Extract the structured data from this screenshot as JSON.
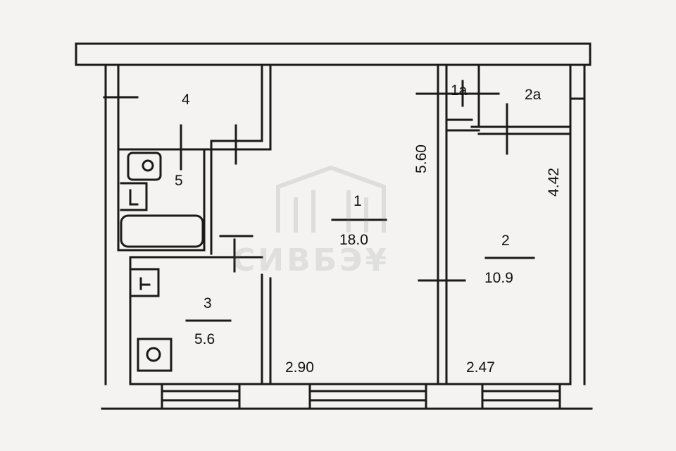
{
  "rooms": [
    {
      "id": "1",
      "number": "1",
      "area": "18.0"
    },
    {
      "id": "2",
      "number": "2",
      "area": "10.9"
    },
    {
      "id": "3",
      "number": "3",
      "area": "5.6"
    },
    {
      "id": "4",
      "number": "4"
    },
    {
      "id": "5",
      "number": "5"
    },
    {
      "id": "1a",
      "number": "1a"
    },
    {
      "id": "2a",
      "number": "2a"
    }
  ],
  "dimensions": {
    "room1_length": "5.60",
    "room2_length": "4.42",
    "room1_width": "2.90",
    "room2_width": "2.47"
  },
  "colors": {
    "line": "#1a1a1a",
    "paper": "#f4f3f1"
  }
}
